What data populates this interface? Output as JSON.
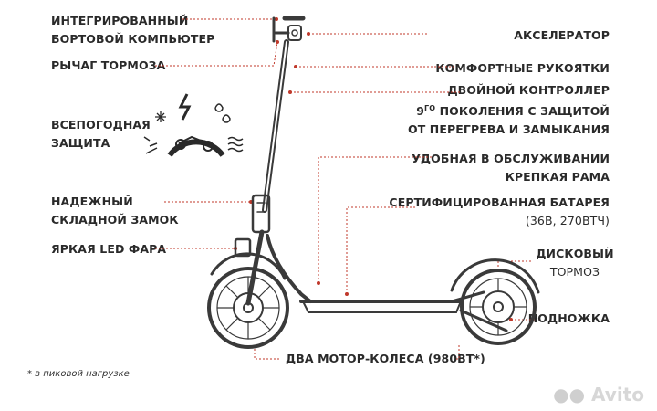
{
  "labels": {
    "computer": [
      "ИНТЕГРИРОВАННЫЙ",
      "БОРТОВОЙ КОМПЬЮТЕР"
    ],
    "brake_lever": "РЫЧАГ ТОРМОЗА",
    "weather": [
      "ВСЕПОГОДНАЯ",
      "ЗАЩИТА"
    ],
    "lock": [
      "НАДЕЖНЫЙ",
      "СКЛАДНОЙ ЗАМОК"
    ],
    "led": "ЯРКАЯ LED ФАРА",
    "accelerator": "АКСЕЛЕРАТОР",
    "grips": "КОМФОРТНЫЕ РУКОЯТКИ",
    "controller": [
      "ДВОЙНОЙ КОНТРОЛЛЕР",
      "9",
      "ГО",
      " ПОКОЛЕНИЯ С ЗАЩИТОЙ",
      "ОТ ПЕРЕГРЕВА И ЗАМЫКАНИЯ"
    ],
    "frame": [
      "УДОБНАЯ В ОБСЛУЖИВАНИИ",
      "КРЕПКАЯ РАМА"
    ],
    "battery": [
      "СЕРТИФИЦИРОВАННАЯ БАТАРЕЯ",
      "(36В, 270ВТЧ)"
    ],
    "disc_brake": [
      "ДИСКОВЫЙ",
      "ТОРМОЗ"
    ],
    "kickstand": "ПОДНОЖКА",
    "motors": "ДВА МОТОР-КОЛЕСА (980ВТ*)"
  },
  "footnote": "* в пиковой нагрузке",
  "watermark": "Avito",
  "colors": {
    "text": "#2a2a2a",
    "leader": "#c0392b",
    "line": "#3a3a3a"
  }
}
